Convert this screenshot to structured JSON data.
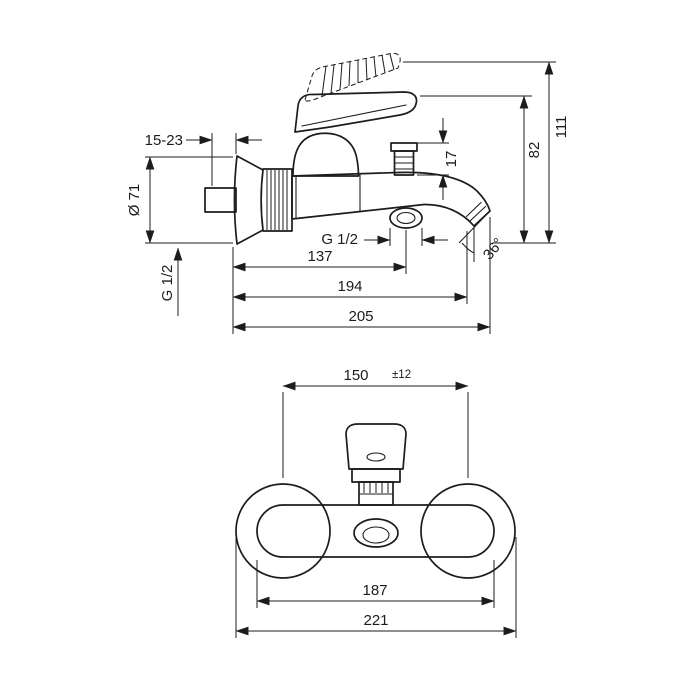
{
  "colors": {
    "line": "#1c1c1c",
    "background": "#ffffff"
  },
  "side": {
    "wall_range": "15-23",
    "diameter": "Ø 71",
    "thread_wall": "G 1/2",
    "height_max": "111",
    "height_handle": "82",
    "outlet_height": "17",
    "thread_outlet": "G 1/2",
    "spout_angle": "36°",
    "reach_outlet": "137",
    "reach_aerator": "194",
    "reach_total": "205"
  },
  "front": {
    "centers": "150",
    "centers_tolerance": "±12",
    "body_width": "187",
    "total_width": "221"
  }
}
